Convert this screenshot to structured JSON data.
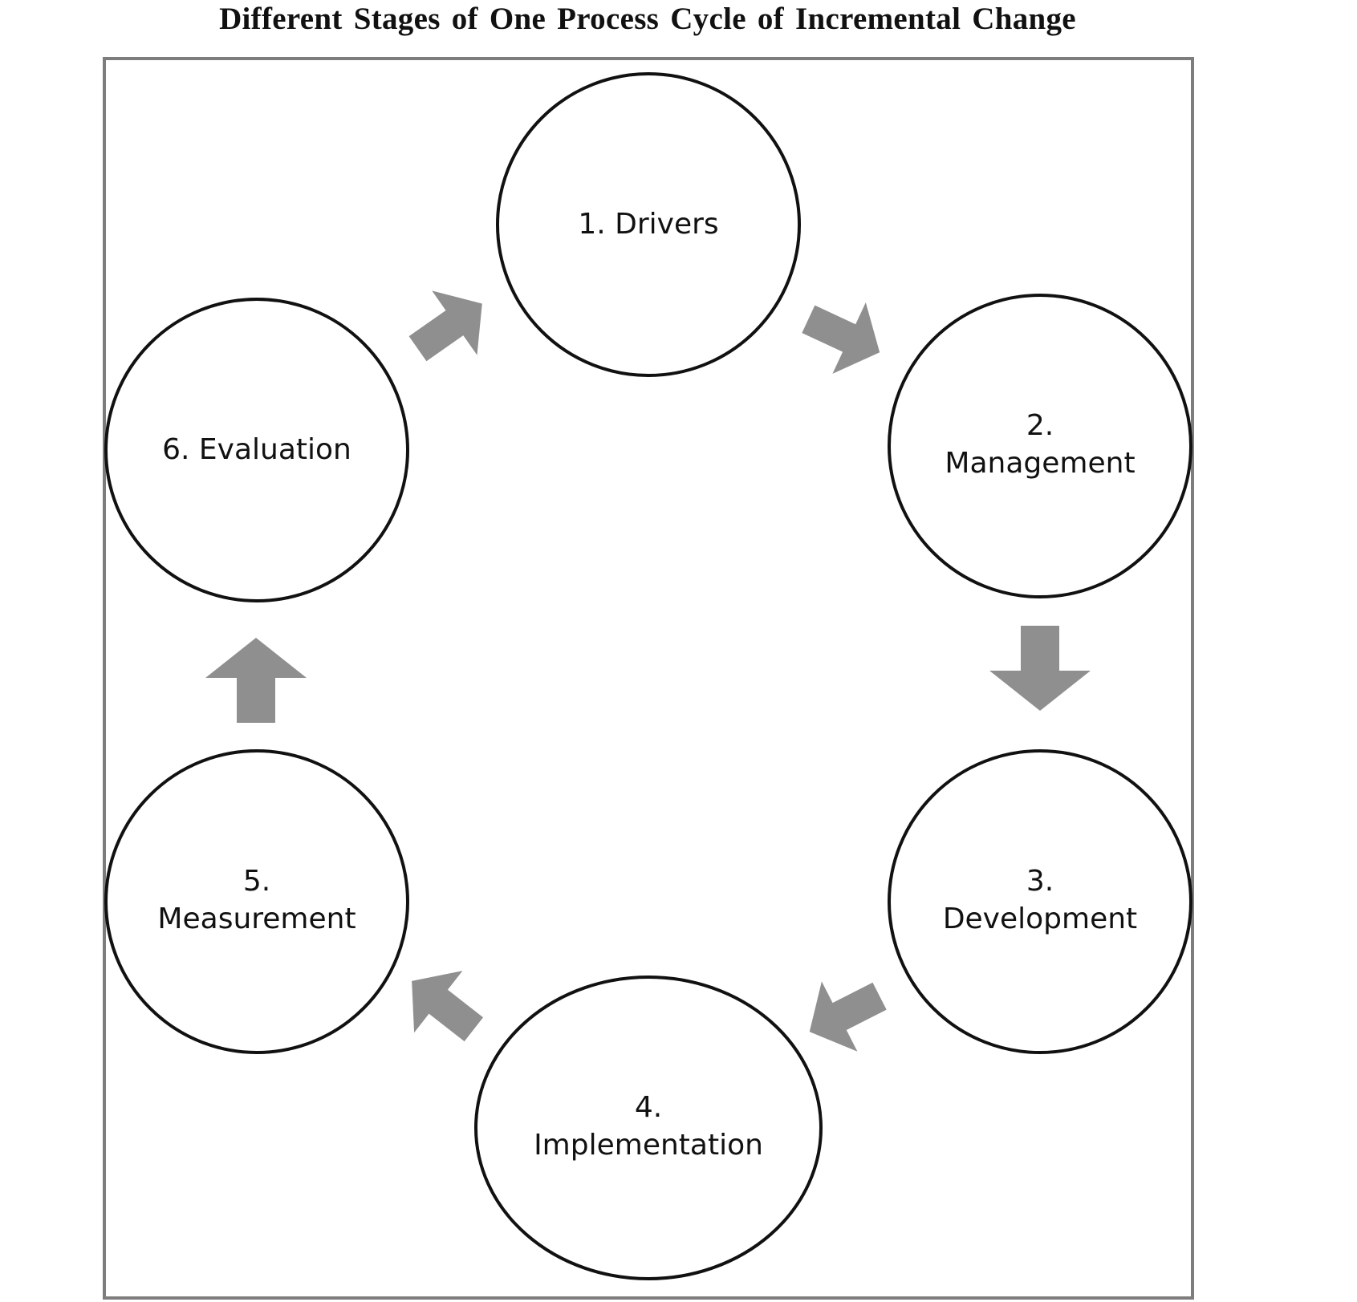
{
  "title": "Different Stages of One Process Cycle of Incremental Change",
  "stages": [
    {
      "lines": [
        "1. Drivers"
      ]
    },
    {
      "lines": [
        "2.",
        "Management"
      ]
    },
    {
      "lines": [
        "3.",
        "Development"
      ]
    },
    {
      "lines": [
        "4.",
        "Implementation"
      ]
    },
    {
      "lines": [
        "5.",
        "Measurement"
      ]
    },
    {
      "lines": [
        "6. Evaluation"
      ]
    }
  ],
  "colors": {
    "frame": "#7d7d7d",
    "circle_stroke": "#111111",
    "arrow_fill": "#8f8f8f"
  },
  "icons": {
    "arrow": "block-arrow-icon"
  }
}
